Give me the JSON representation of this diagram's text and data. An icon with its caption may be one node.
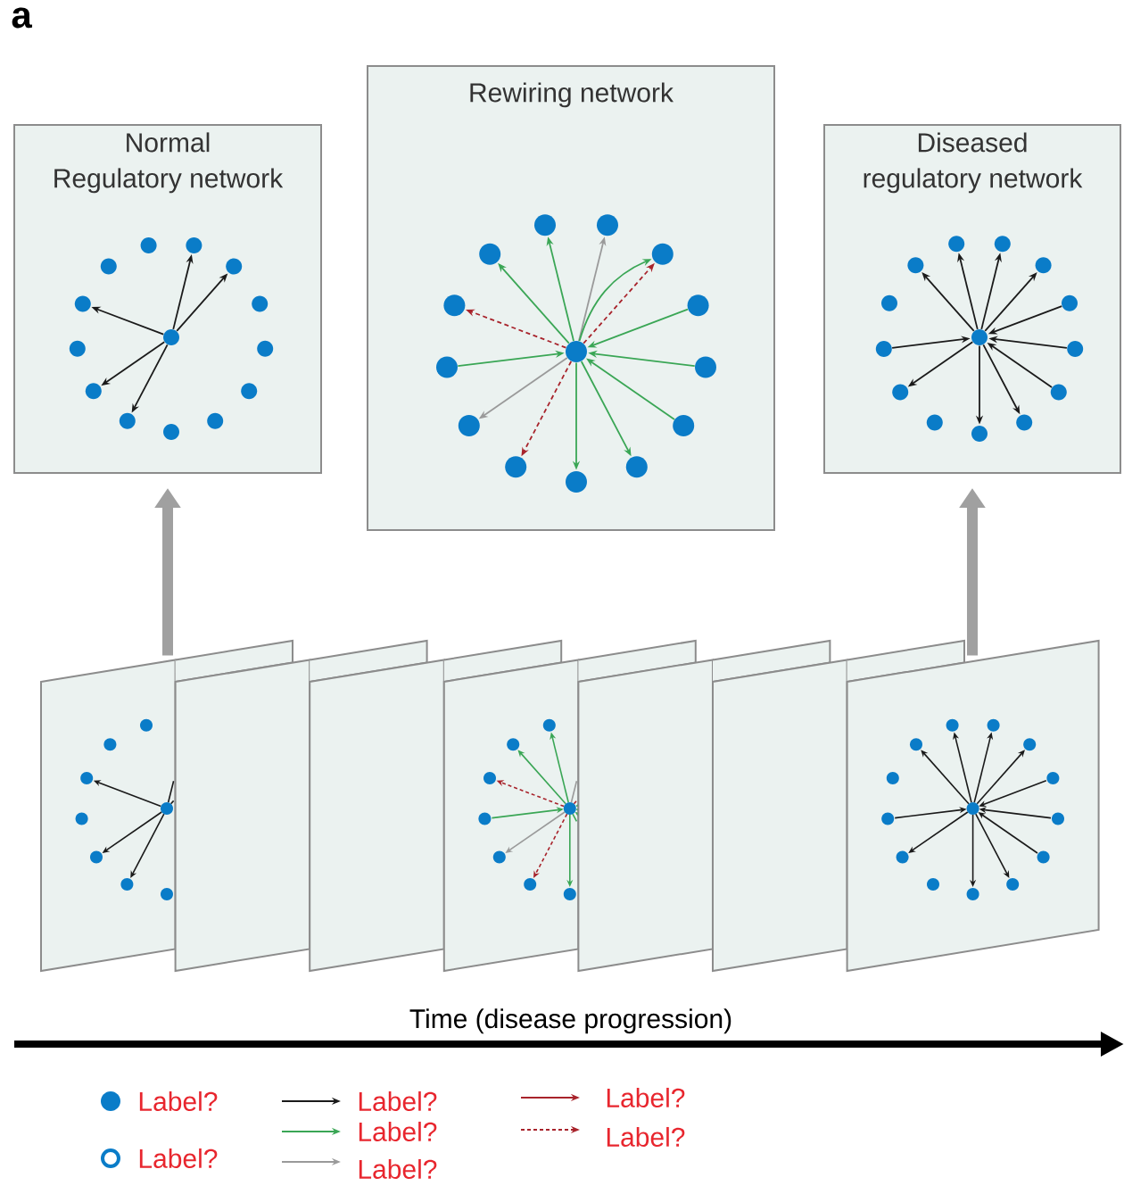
{
  "diagram": {
    "nodes": [
      {
        "text": [
          "Normal Regulatory network"
        ]
      },
      {
        "text": [],
        "shape": "circle",
        "in": 0
      },
      {
        "text": [],
        "shape": "circle",
        "in": 0
      },
      {
        "text": [],
        "shape": "circle",
        "in": 0
      },
      {
        "text": [],
        "shape": "circle",
        "in": 0
      },
      {
        "text": [],
        "shape": "circle",
        "in": 0
      },
      {
        "text": [],
        "shape": "circle",
        "in": 0
      },
      {
        "text": [],
        "shape": "circle",
        "in": 0
      },
      {
        "text": [],
        "shape": "circle",
        "in": 0
      },
      {
        "text": [],
        "shape": "circle",
        "in": 0
      },
      {
        "text": [],
        "shape": "circle",
        "in": 0
      },
      {
        "text": [],
        "shape": "circle",
        "in": 0
      },
      {
        "text": [],
        "shape": "circle",
        "in": 0
      },
      {
        "text": [],
        "shape": "circle",
        "in": 0
      },
      {
        "text": [],
        "shape": "circle",
        "in": 0
      },
      {
        "text": [
          "Rewiring network"
        ]
      },
      {
        "text": [],
        "shape": "circle",
        "in": 15
      },
      {
        "text": [],
        "shape": "circle",
        "in": 15
      },
      {
        "text": [],
        "shape": "circle",
        "in": 15
      },
      {
        "text": [],
        "shape": "circle",
        "in": 15
      },
      {
        "text": [],
        "shape": "circle",
        "in": 15
      },
      {
        "text": [],
        "shape": "circle",
        "in": 15
      },
      {
        "text": [],
        "shape": "circle",
        "in": 15
      },
      {
        "text": [],
        "shape": "circle",
        "in": 15
      },
      {
        "text": [],
        "shape": "circle",
        "in": 15
      },
      {
        "text": [],
        "shape": "circle",
        "in": 15
      },
      {
        "text": [],
        "shape": "circle",
        "in": 15
      },
      {
        "text": [],
        "shape": "circle",
        "in": 15
      },
      {
        "text": [],
        "shape": "circle",
        "in": 15
      },
      {
        "text": [],
        "shape": "circle",
        "in": 15
      },
      {
        "text": [
          "Diseased regulatory network"
        ]
      },
      {
        "text": [],
        "shape": "circle",
        "in": 30
      },
      {
        "text": [],
        "shape": "circle",
        "in": 30
      },
      {
        "text": [],
        "shape": "circle",
        "in": 30
      },
      {
        "text": [],
        "shape": "circle",
        "in": 30
      },
      {
        "text": [],
        "shape": "circle",
        "in": 30
      },
      {
        "text": [],
        "shape": "circle",
        "in": 30
      },
      {
        "text": [],
        "shape": "circle",
        "in": 30
      },
      {
        "text": [],
        "shape": "circle",
        "in": 30
      },
      {
        "text": [],
        "shape": "circle",
        "in": 30
      },
      {
        "text": [],
        "shape": "circle",
        "in": 30
      },
      {
        "text": [],
        "shape": "circle",
        "in": 30
      },
      {
        "text": [],
        "shape": "circle",
        "in": 30
      },
      {
        "text": [],
        "shape": "circle",
        "in": 30
      },
      {
        "text": [],
        "shape": "circle",
        "in": 30
      },
      {
        "text": [],
        "shape": "box"
      },
      {
        "text": [],
        "shape": "box"
      },
      {
        "text": [],
        "shape": "box"
      },
      {
        "text": [],
        "shape": "box"
      },
      {
        "text": [],
        "shape": "box"
      },
      {
        "text": [],
        "shape": "box"
      },
      {
        "text": [],
        "shape": "box"
      }
    ],
    "edges": [
      {
        "from": 7,
        "to": 2,
        "arrow": "to"
      },
      {
        "from": 7,
        "to": 4,
        "arrow": "to"
      },
      {
        "from": 7,
        "to": 5,
        "arrow": "to"
      },
      {
        "from": 7,
        "to": 10,
        "arrow": "to"
      },
      {
        "from": 7,
        "to": 12,
        "arrow": "to"
      },
      {
        "from": 22,
        "to": 16,
        "arrow": "to",
        "color": "#3aa655"
      },
      {
        "from": 22,
        "to": 17,
        "arrow": "to",
        "color": "#9a9a9a"
      },
      {
        "from": 22,
        "to": 18,
        "arrow": "to",
        "color": "#3aa655"
      },
      {
        "from": 22,
        "to": 19,
        "arrow": "to",
        "color": "#3aa655"
      },
      {
        "from": 22,
        "to": 19,
        "arrow": "to",
        "style": "dashed",
        "color": "#a8232b"
      },
      {
        "from": 22,
        "to": 20,
        "arrow": "to",
        "style": "dashed",
        "color": "#a8232b"
      },
      {
        "from": 21,
        "to": 22,
        "arrow": "to",
        "color": "#3aa655"
      },
      {
        "from": 23,
        "to": 22,
        "arrow": "to",
        "color": "#3aa655"
      },
      {
        "from": 24,
        "to": 22,
        "arrow": "to",
        "color": "#3aa655"
      },
      {
        "from": 22,
        "to": 25,
        "arrow": "to",
        "color": "#9a9a9a"
      },
      {
        "from": 26,
        "to": 22,
        "arrow": "to",
        "color": "#3aa655"
      },
      {
        "from": 22,
        "to": 27,
        "arrow": "to",
        "style": "dashed",
        "color": "#a8232b"
      },
      {
        "from": 22,
        "to": 28,
        "arrow": "to",
        "color": "#3aa655"
      },
      {
        "from": 22,
        "to": 29,
        "arrow": "to",
        "color": "#3aa655"
      },
      {
        "from": 37,
        "to": 33,
        "arrow": "to"
      },
      {
        "from": 37,
        "to": 31,
        "arrow": "to"
      },
      {
        "from": 37,
        "to": 32,
        "arrow": "to"
      },
      {
        "from": 37,
        "to": 34,
        "arrow": "to"
      },
      {
        "from": 36,
        "to": 37,
        "arrow": "to"
      },
      {
        "from": 38,
        "to": 37,
        "arrow": "to"
      },
      {
        "from": 39,
        "to": 37,
        "arrow": "to"
      },
      {
        "from": 41,
        "to": 37,
        "arrow": "to"
      },
      {
        "from": 37,
        "to": 40,
        "arrow": "to"
      },
      {
        "from": 37,
        "to": 44,
        "arrow": "to"
      },
      {
        "from": 37,
        "to": 43,
        "arrow": "to"
      },
      {
        "from": 45,
        "to": 0,
        "arrow": "to",
        "style": "thick",
        "color": "#a0a0a0"
      },
      {
        "from": 51,
        "to": 30,
        "arrow": "to",
        "style": "thick",
        "color": "#a0a0a0"
      }
    ],
    "labels": [
      "a",
      "Time (disease progression)"
    ],
    "legend": [
      {
        "text": "Label?"
      },
      {
        "text": "Label?"
      },
      {
        "text": "Label?"
      },
      {
        "text": "Label?"
      },
      {
        "text": "Label?"
      },
      {
        "text": "Label?"
      },
      {
        "text": "Label?"
      }
    ]
  }
}
